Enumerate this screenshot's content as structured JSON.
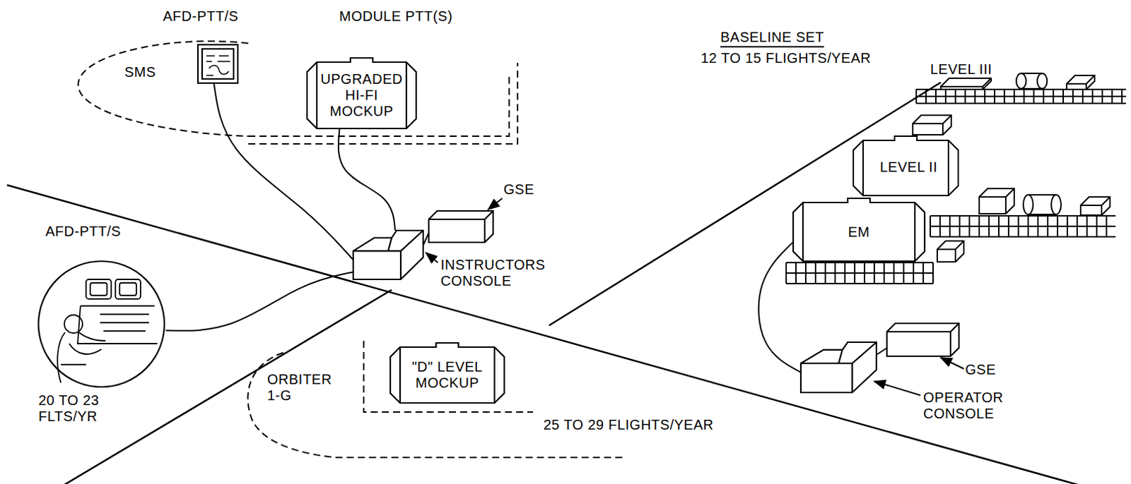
{
  "diagram": {
    "nodes": [
      {
        "text": [
          "AFD-PTT/S"
        ]
      },
      {
        "text": [
          "UPGRADED HI-FI MOCKUP"
        ]
      },
      {
        "text": [
          "GSE"
        ]
      },
      {
        "text": [
          "INSTRUCTORS CONSOLE"
        ]
      },
      {
        "text": [
          "AFD-PTT/S"
        ]
      },
      {
        "text": [
          "\"D\" LEVEL MOCKUP"
        ]
      },
      {
        "text": [
          "EM"
        ]
      },
      {
        "text": [
          "GSE"
        ]
      },
      {
        "text": [
          "OPERATOR CONSOLE"
        ]
      }
    ],
    "edges": [
      {
        "from": 0,
        "to": 3,
        "arrow": "none"
      },
      {
        "from": 1,
        "to": 3,
        "arrow": "none"
      },
      {
        "from": 3,
        "to": 2,
        "arrow": "none"
      },
      {
        "from": 4,
        "to": 3,
        "arrow": "none"
      },
      {
        "from": 6,
        "to": 8,
        "arrow": "none"
      },
      {
        "from": 8,
        "to": 7,
        "arrow": "none"
      }
    ],
    "labels": [
      "MODULE PTT(S)",
      "SMS",
      "20 TO 23 FLTS/YR",
      "ORBITER 1-G",
      "25 TO 29 FLIGHTS/YEAR",
      "BASELINE SET",
      "12 TO 15 FLIGHTS/YEAR",
      "LEVEL III",
      "LEVEL II"
    ]
  }
}
